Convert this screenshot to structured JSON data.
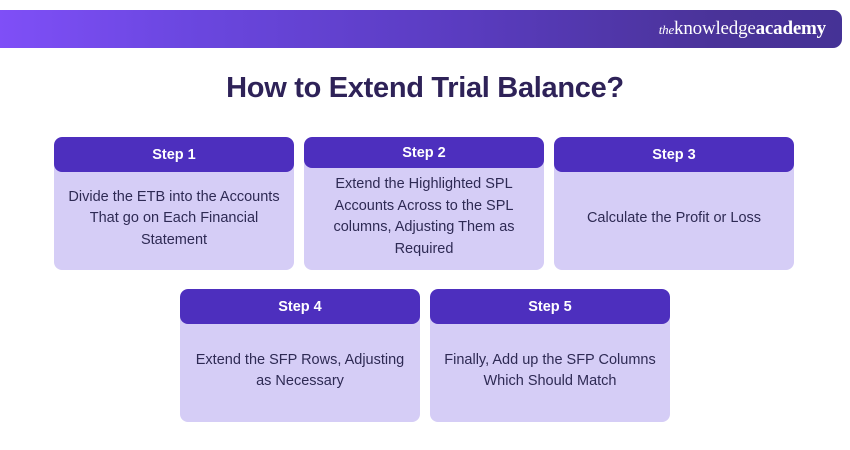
{
  "header": {
    "brand": {
      "prefix": "the",
      "middle": "knowledge",
      "suffix": "academy"
    },
    "gradient_start": "#7f4ff7",
    "gradient_end": "#453296"
  },
  "title": "How to Extend Trial Balance?",
  "colors": {
    "title_text": "#2e2258",
    "card_header_bg": "#4d2fbe",
    "card_header_text": "#ffffff",
    "card_body_bg": "#d5cdf6",
    "card_body_text": "#2e2a54",
    "page_bg": "#ffffff"
  },
  "rows": [
    {
      "cards": [
        {
          "label": "Step 1",
          "text": "Divide the ETB into the Accounts That go on Each Financial Statement"
        },
        {
          "label": "Step 2",
          "text": "Extend the Highlighted SPL Accounts Across to the SPL columns, Adjusting Them as Required"
        },
        {
          "label": "Step 3",
          "text": "Calculate the Profit or Loss"
        }
      ]
    },
    {
      "cards": [
        {
          "label": "Step 4",
          "text": "Extend the SFP Rows, Adjusting as Necessary"
        },
        {
          "label": "Step 5",
          "text": "Finally, Add up the SFP Columns Which Should Match"
        }
      ]
    }
  ]
}
